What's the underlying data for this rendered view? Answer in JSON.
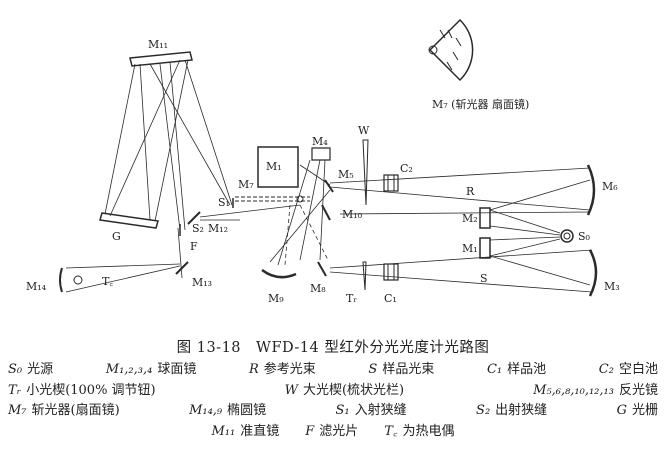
{
  "diagram": {
    "labels": {
      "M11": "M₁₁",
      "M1": "M₁",
      "M3": "M₃",
      "M4": "M₄",
      "M6": "M₆",
      "M5": "M₅",
      "M7": "M₇",
      "M2": "M₂",
      "M10": "M₁₀",
      "M12": "M₁₂",
      "M13": "M₁₃",
      "M14": "M₁₄",
      "M9": "M₉",
      "M8": "M₈",
      "W": "W",
      "C2": "C₂",
      "C1": "C₁",
      "R": "R",
      "S": "S",
      "S0": "S₀",
      "S1": "S₁",
      "S2": "S₂",
      "G": "G",
      "F": "F",
      "Tc": "T꜀",
      "Tr": "Tᵣ"
    },
    "inset_caption": "M₇ (斩光器 扇面镜)"
  },
  "caption": "图 13-18　WFD-14 型红外分光光度计光路图",
  "legend": {
    "row1": [
      {
        "sym": "S₀",
        "text": "光源"
      },
      {
        "sym": "M₁,₂,₃,₄",
        "text": "球面镜"
      },
      {
        "sym": "R",
        "text": "参考光束"
      },
      {
        "sym": "S",
        "text": "样品光束"
      },
      {
        "sym": "C₁",
        "text": "样品池"
      },
      {
        "sym": "C₂",
        "text": "空白池"
      }
    ],
    "row2": [
      {
        "sym": "Tᵣ",
        "text": "小光楔(100% 调节钮)"
      },
      {
        "sym": "W",
        "text": "大光楔(梳状光栏)"
      },
      {
        "sym": "M₅,₆,₈,₁₀,₁₂,₁₃",
        "text": "反光镜"
      }
    ],
    "row3": [
      {
        "sym": "M₇",
        "text": "斩光器(扇面镜)"
      },
      {
        "sym": "M₁₄,₉",
        "text": "椭圆镜"
      },
      {
        "sym": "S₁",
        "text": "入射狭缝"
      },
      {
        "sym": "S₂",
        "text": "出射狭缝"
      },
      {
        "sym": "G",
        "text": "光栅"
      }
    ],
    "row4": [
      {
        "sym": "M₁₁",
        "text": "准直镜"
      },
      {
        "sym": "F",
        "text": "滤光片"
      },
      {
        "sym": "T꜀",
        "text": "为热电偶"
      }
    ]
  }
}
